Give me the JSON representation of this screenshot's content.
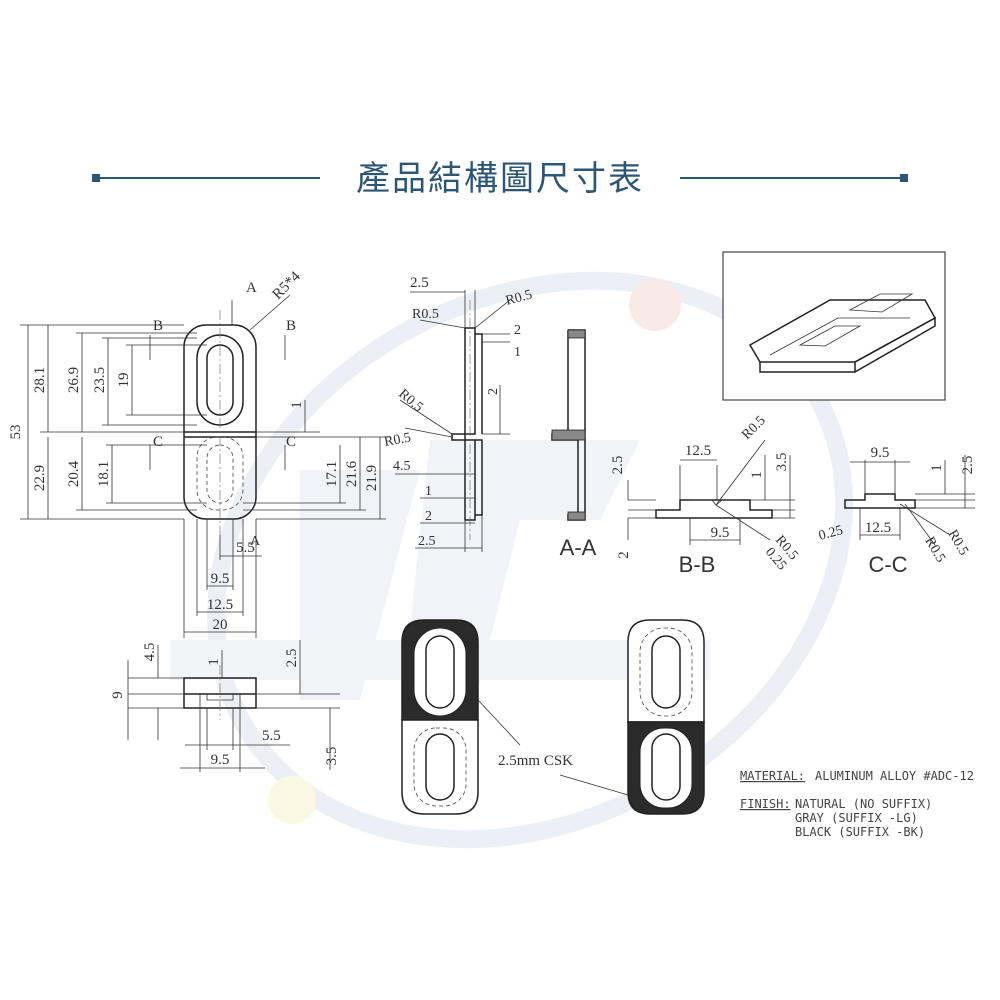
{
  "title": "產品結構圖尺寸表",
  "colors": {
    "title": "#2d5676",
    "line": "#222222",
    "watermark": "#dde4ef",
    "fill_dark": "#2b2b2b"
  },
  "front_view": {
    "section_marks": {
      "a": "A",
      "b": "B",
      "c": "C"
    },
    "radius": "R5*4",
    "dims": {
      "total": "53",
      "top_total": "28.1",
      "top_inner": "26.9",
      "top_slot": "23.5",
      "top_slot_inner": "19",
      "gap": "1",
      "bottom_total": "22.9",
      "bottom_inner": "20.4",
      "bottom_slot": "18.1",
      "right_a": "17.1",
      "right_b": "21.6",
      "right_c": "21.9",
      "w_slot": "5.5",
      "w_9_5": "9.5",
      "w_12_5": "12.5",
      "w_20": "20"
    }
  },
  "side_view": {
    "dims": {
      "top": "2.5",
      "r1": "R0.5",
      "r2": "R0.5",
      "r3": "R0.5",
      "r4": "R0.5",
      "h2": "2",
      "h1": "1",
      "mid2": "2",
      "w4_5": "4.5",
      "b1": "1",
      "b2": "2",
      "b2_5": "2.5"
    }
  },
  "section_aa": {
    "label": "A-A"
  },
  "section_bb": {
    "label": "B-B",
    "dims": {
      "w12_5": "12.5",
      "h2_5": "2.5",
      "r0_5": "R0.5",
      "h3_5": "3.5",
      "h1": "1",
      "w9_5": "9.5",
      "h2": "2",
      "r0_5b": "R0.5",
      "r0_25": "0.25"
    }
  },
  "section_cc": {
    "label": "C-C",
    "dims": {
      "w9_5": "9.5",
      "h1": "1",
      "h2_5": "2.5",
      "w12_5": "12.5",
      "r0_25": "0.25",
      "r0_5a": "R0.5",
      "r0_5b": "R0.5"
    }
  },
  "bottom_view": {
    "dims": {
      "h4_5": "4.5",
      "h1": "1",
      "h2_5": "2.5",
      "h9": "9",
      "w5_5": "5.5",
      "w9_5": "9.5",
      "h3_5": "3.5"
    }
  },
  "csk_label": "2.5mm CSK",
  "notes": {
    "material_label": "MATERIAL:",
    "material_value": "ALUMINUM ALLOY #ADC-12",
    "finish_label": "FINISH:",
    "finish_1": "NATURAL (NO SUFFIX)",
    "finish_2": "GRAY (SUFFIX -LG)",
    "finish_3": "BLACK (SUFFIX -BK)"
  }
}
